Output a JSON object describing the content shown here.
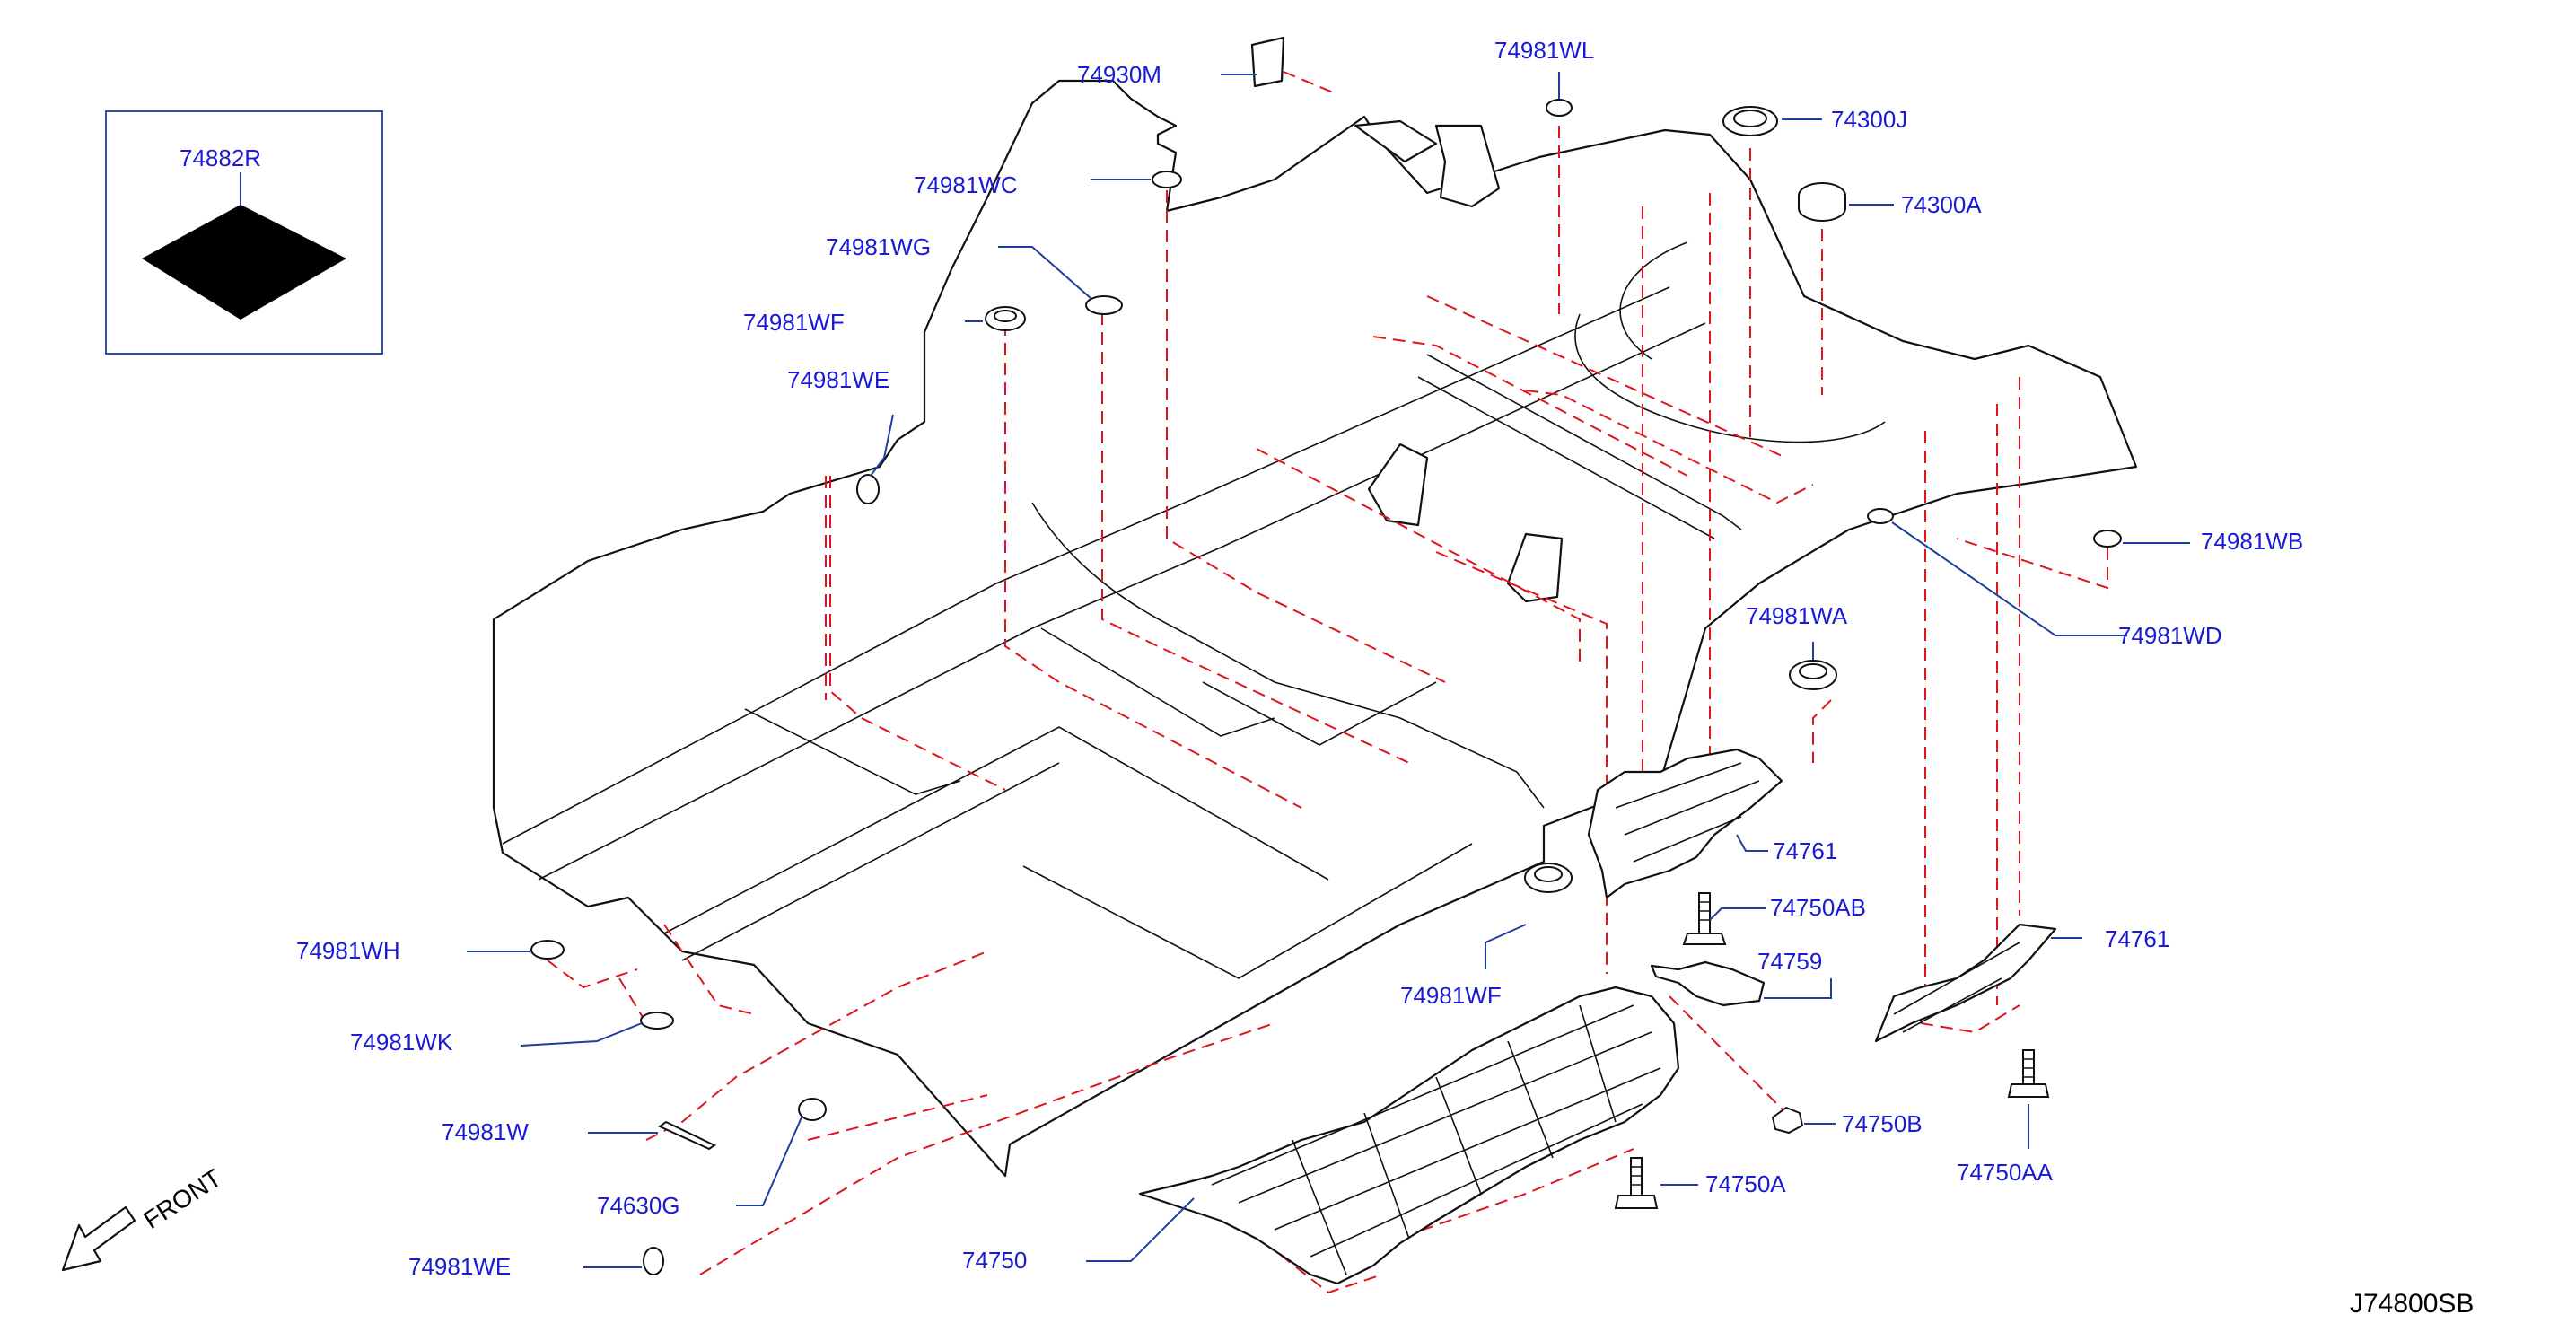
{
  "diagram": {
    "code": "J74800SB",
    "front_label": "FRONT",
    "inset_part": "74882R"
  },
  "labels": {
    "p74930M": "74930M",
    "p74981WL": "74981WL",
    "p74300J": "74300J",
    "p74300A": "74300A",
    "p74981WC": "74981WC",
    "p74981WG": "74981WG",
    "p74981WF_top": "74981WF",
    "p74981WE_top": "74981WE",
    "p74981WB": "74981WB",
    "p74981WD": "74981WD",
    "p74981WA": "74981WA",
    "p74761_mid": "74761",
    "p74750AB": "74750AB",
    "p74759": "74759",
    "p74761_right": "74761",
    "p74981WF_bottom": "74981WF",
    "p74981WH": "74981WH",
    "p74981WK": "74981WK",
    "p74981W": "74981W",
    "p74630G": "74630G",
    "p74981WE_bottom": "74981WE",
    "p74750": "74750",
    "p74750A": "74750A",
    "p74750B": "74750B",
    "p74750AA": "74750AA"
  },
  "colors": {
    "label_text": "#1a1ad6",
    "leader_line": "#1f3f9e",
    "dashed_line": "#e0141e",
    "outline": "#111111",
    "inset_fill": "#000000"
  }
}
